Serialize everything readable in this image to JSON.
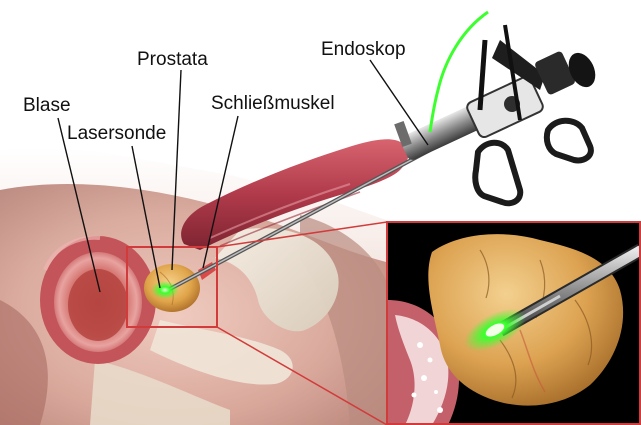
{
  "labels": {
    "blase": "Blase",
    "lasersonde": "Lasersonde",
    "prostata": "Prostata",
    "schliessmuskel": "Schließmuskel",
    "endoskop": "Endoskop"
  },
  "colors": {
    "laser_green": "#3cff2e",
    "tissue_red": "#c0404a",
    "prostate_orange": "#e2a44a",
    "highlight_box": "#d23b3b",
    "inset_background": "#000000"
  },
  "icons": [
    "endoscope-illustration",
    "bladder-illustration",
    "prostate-illustration",
    "laser-beam",
    "magnified-inset"
  ]
}
